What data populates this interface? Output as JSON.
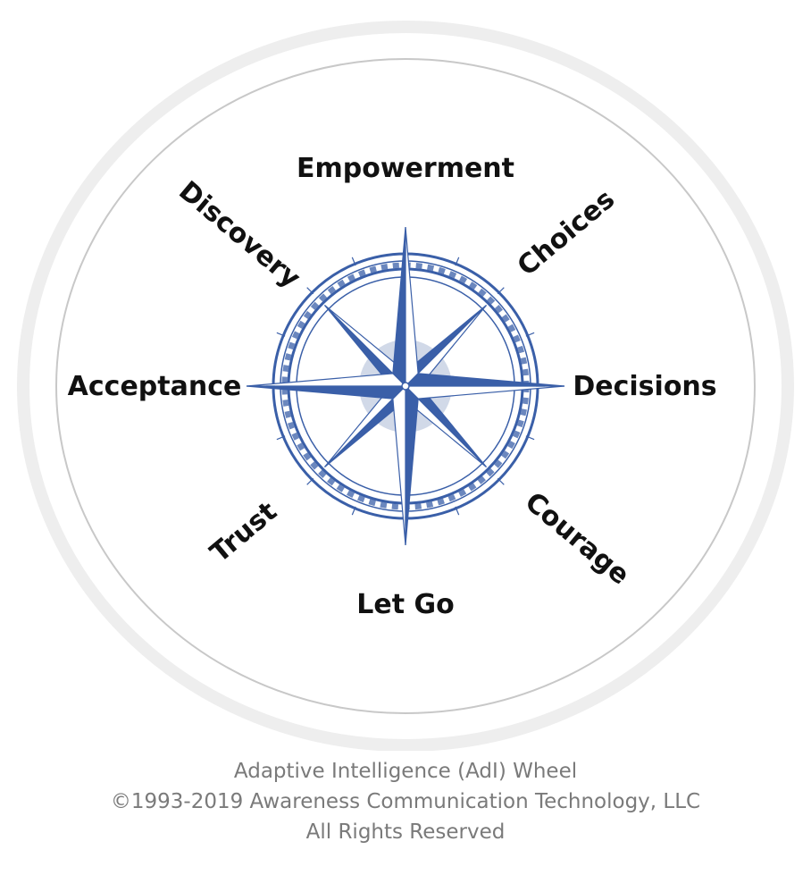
{
  "wheel": {
    "labels": {
      "top": "Empowerment",
      "top_right": "Choices",
      "right": "Decisions",
      "bottom_right": "Courage",
      "bottom": "Let Go",
      "bottom_left": "Trust",
      "left": "Acceptance",
      "top_left": "Discovery"
    },
    "compass_icon": "compass-rose-icon",
    "compass_color": "#3a5fa8",
    "ring_color": "#c8c8c8"
  },
  "caption": {
    "line1": "Adaptive Intelligence (AdI) Wheel",
    "line2": "©1993-2019 Awareness Communication Technology,  LLC",
    "line3": "All Rights Reserved"
  }
}
